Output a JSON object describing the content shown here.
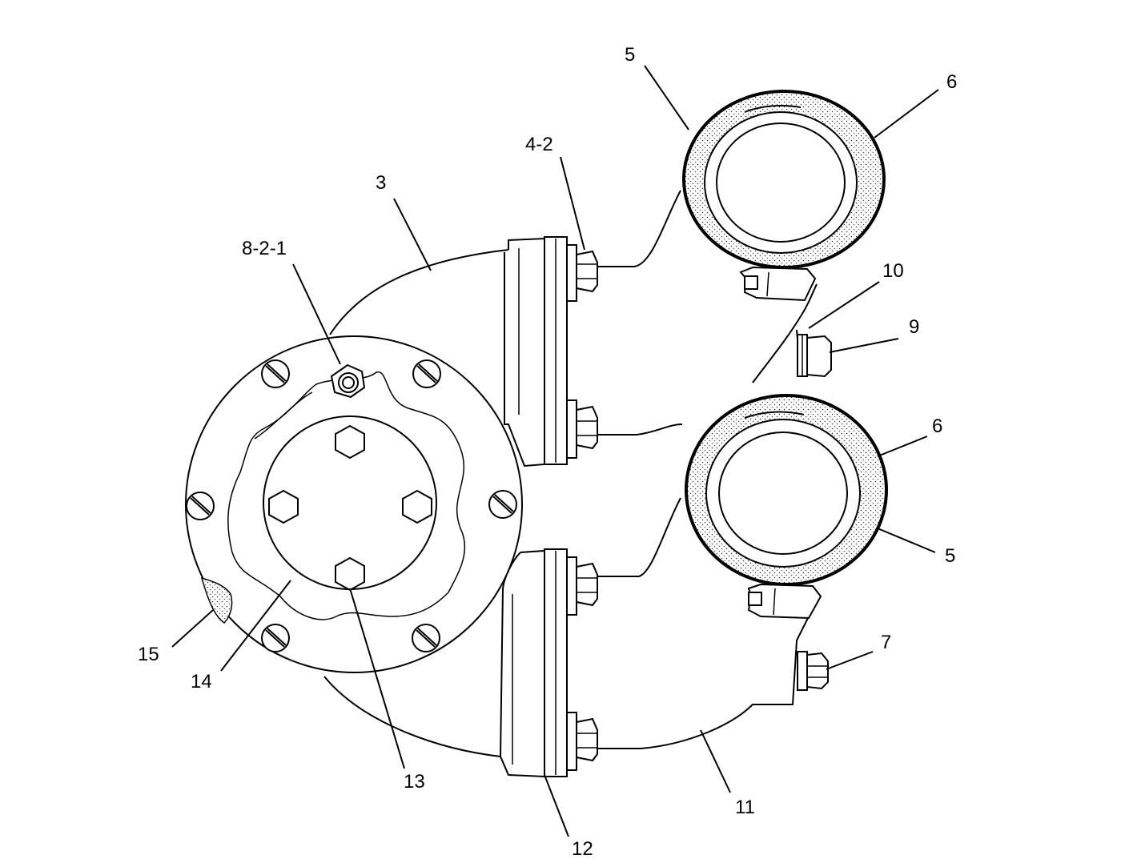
{
  "callouts": {
    "c5_top": "5",
    "c6_top": "6",
    "c4_2": "4-2",
    "c3": "3",
    "c8_2_1": "8-2-1",
    "c10": "10",
    "c9": "9",
    "c6_bottom": "6",
    "c5_bottom": "5",
    "c7": "7",
    "c15": "15",
    "c14": "14",
    "c13": "13",
    "c11": "11",
    "c12": "12"
  }
}
